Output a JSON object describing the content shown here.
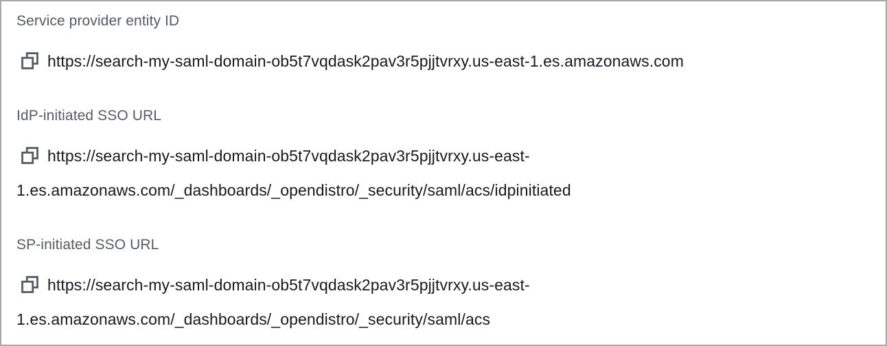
{
  "panel": {
    "fields": [
      {
        "label": "Service provider entity ID",
        "value": "https://search-my-saml-domain-ob5t7vqdask2pav3r5pjjtvrxy.us-east-1.es.amazonaws.com",
        "icon": "copy-icon"
      },
      {
        "label": "IdP-initiated SSO URL",
        "value": "https://search-my-saml-domain-ob5t7vqdask2pav3r5pjjtvrxy.us-east-1.es.amazonaws.com/_dashboards/_opendistro/_security/saml/acs/idpinitiated",
        "icon": "copy-icon"
      },
      {
        "label": "SP-initiated SSO URL",
        "value": "https://search-my-saml-domain-ob5t7vqdask2pav3r5pjjtvrxy.us-east-1.es.amazonaws.com/_dashboards/_opendistro/_security/saml/acs",
        "icon": "copy-icon"
      }
    ]
  },
  "colors": {
    "label_text": "#545b64",
    "value_text": "#16191f",
    "icon": "#545b64",
    "panel_border": "#a8a8a8",
    "panel_background": "#ffffff"
  }
}
